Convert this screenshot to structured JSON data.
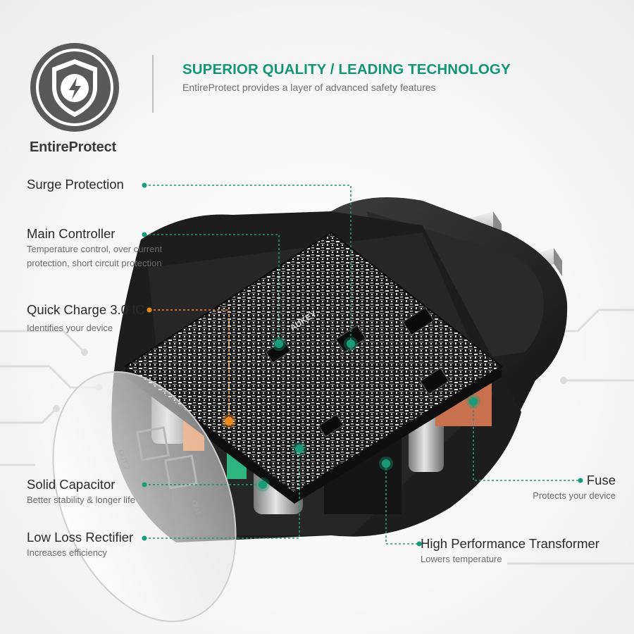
{
  "header": {
    "badge_icon": "shield-lightning-icon",
    "brand_name": "EntireProtect",
    "headline": "SUPERIOR QUALITY / LEADING TECHNOLOGY",
    "subheadline": "EntireProtect provides a layer of advanced safety features"
  },
  "features": {
    "surge": {
      "title": "Surge Protection"
    },
    "controller": {
      "title": "Main Controller",
      "desc_line1": "Temperature control, over current",
      "desc_line2": "protection, short circuit protection"
    },
    "quick_charge": {
      "title": "Quick Charge 3.0 IC",
      "desc": "Identifies your device"
    },
    "capacitor": {
      "title": "Solid Capacitor",
      "desc": "Better stability & longer life"
    },
    "rectifier": {
      "title": "Low Loss  Rectifier",
      "desc": "Increases efficiency"
    },
    "fuse": {
      "title": "Fuse",
      "desc": "Protects your device"
    },
    "transformer": {
      "title": "High Performance Transformer",
      "desc": "Lowers temperature"
    }
  },
  "product": {
    "board_brand": "AUKEY",
    "port_labels": [
      "OUT 2",
      "OUT"
    ]
  },
  "colors": {
    "accent": "#139676",
    "callout": "#1a9a78",
    "highlight": "#f08a1c",
    "badge": "#5b5b5b"
  }
}
